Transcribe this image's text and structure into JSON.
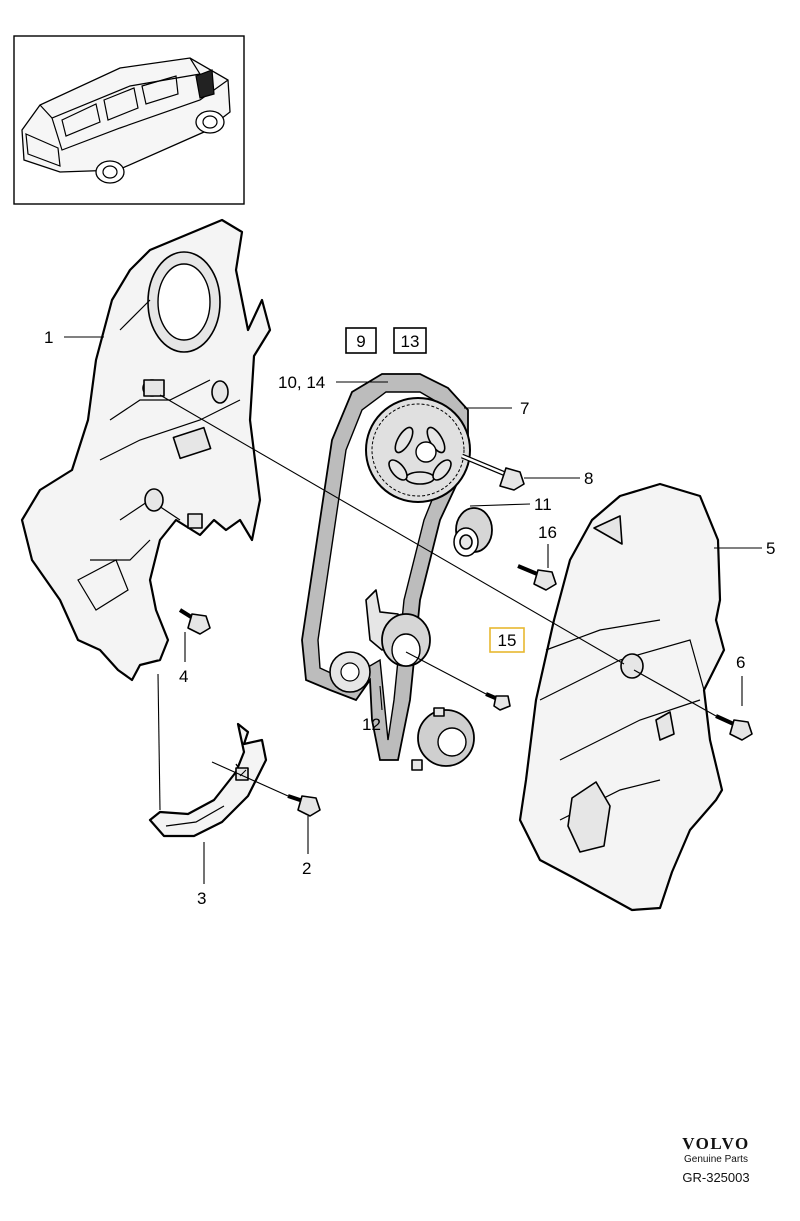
{
  "callouts": {
    "c1": "1",
    "c2": "2",
    "c3": "3",
    "c4": "4",
    "c5": "5",
    "c6": "6",
    "c7": "7",
    "c8": "8",
    "c10_14": "10, 14",
    "c11": "11",
    "c12": "12",
    "c16": "16"
  },
  "boxed_refs": {
    "b9": "9",
    "b13": "13",
    "b15": "15"
  },
  "colors": {
    "highlight_box": "#e8b830",
    "line": "#000000"
  },
  "footer": {
    "brand": "VOLVO",
    "subtitle": "Genuine Parts",
    "code": "GR-325003"
  }
}
